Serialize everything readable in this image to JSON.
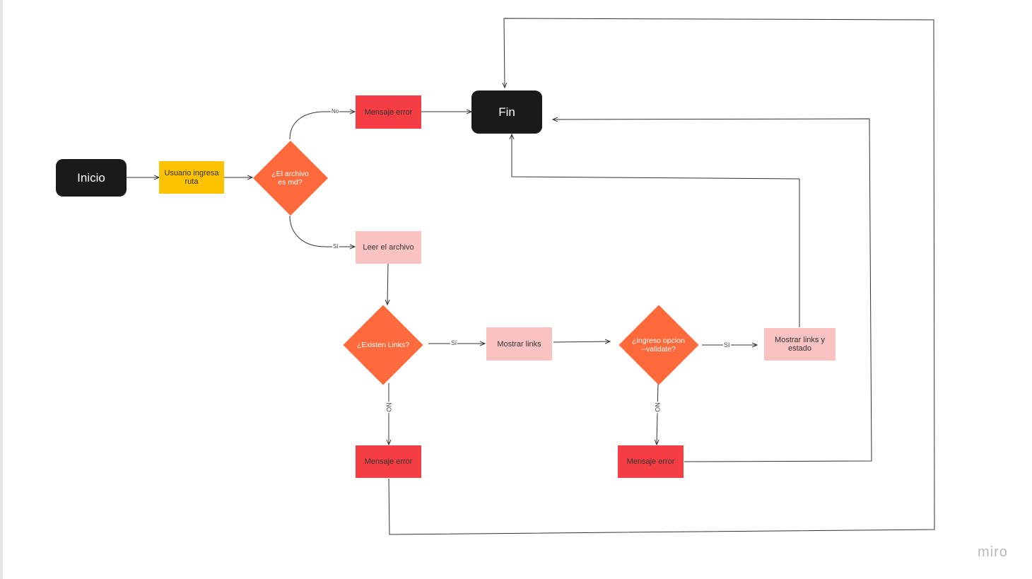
{
  "nodes": {
    "inicio": "Inicio",
    "usuario_ingresa_ruta": "Usuario ingresa ruta",
    "decision_archivo_md": "¿El archivo es md?",
    "mensaje_error_1": "Mensaje error",
    "fin": "Fin",
    "leer_archivo": "Leer el archivo",
    "decision_existen_links": "¿Existen Links?",
    "mostrar_links": "Mostrar links",
    "decision_validate": "¿ingreso opcion --validate?",
    "mostrar_links_estado": "Mostrar links y estado",
    "mensaje_error_2": "Mensaje error",
    "mensaje_error_3": "Mensaje error"
  },
  "edge_labels": {
    "no_md": "No",
    "si_md": "Sí",
    "si_links": "Si",
    "no_links": "NO",
    "si_validate": "SI",
    "no_validate": "NO"
  },
  "colors": {
    "terminal": "#1a1a1a",
    "user_input": "#fcc200",
    "error": "#f43e43",
    "process": "#fbc2c2",
    "decision": "#fe6a3b"
  },
  "watermark": "miro"
}
